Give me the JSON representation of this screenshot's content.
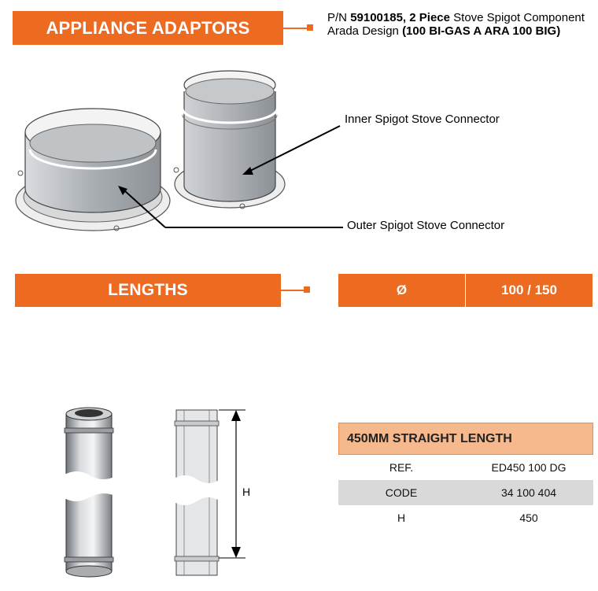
{
  "adaptors": {
    "heading": "APPLIANCE ADAPTORS",
    "pn_prefix": "P/N ",
    "pn_number": "59100185,",
    "pn_pieces": " 2 Piece",
    "pn_desc": " Stove Spigot Component",
    "pn_line2_prefix": "Arada Design ",
    "pn_code": "(100 BI-GAS A ARA 100 BIG)",
    "inner_label": "Inner Spigot Stove Connector",
    "outer_label": "Outer Spigot Stove Connector"
  },
  "lengths": {
    "heading": "LENGTHS",
    "diameter_symbol": "Ø",
    "diameter_value": "100 / 150",
    "dimension_label": "H"
  },
  "spec": {
    "title": "450MM STRAIGHT LENGTH",
    "rows": [
      {
        "key": "REF.",
        "value": "ED450 100 DG"
      },
      {
        "key": "CODE",
        "value": "34 100 404"
      },
      {
        "key": "H",
        "value": "450"
      }
    ]
  },
  "colors": {
    "accent": "#ed6b21",
    "table_header": "#f6b98d",
    "row_shade": "#d9d9d9"
  }
}
